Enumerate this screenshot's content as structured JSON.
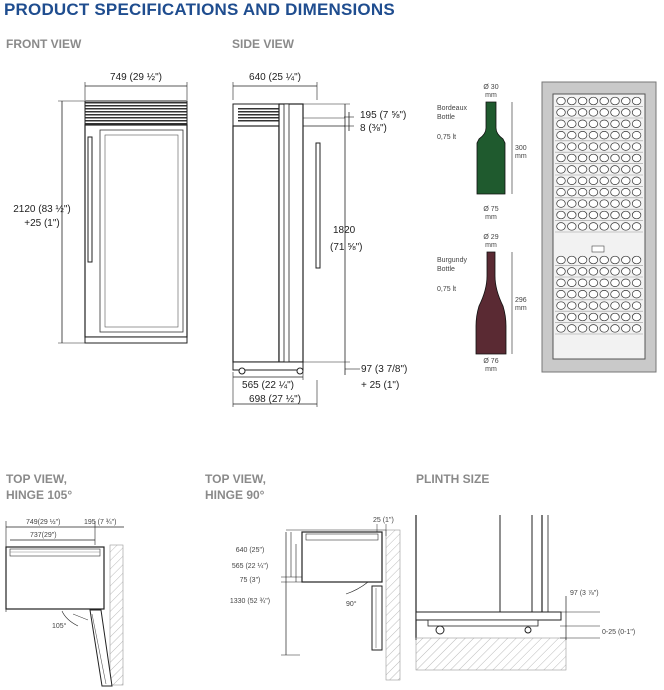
{
  "title": "PRODUCT SPECIFICATIONS AND DIMENSIONS",
  "sections": {
    "front": "FRONT VIEW",
    "side": "SIDE VIEW",
    "top105": "TOP VIEW, HINGE 105°",
    "top90": "TOP VIEW, HINGE 90°",
    "plinth": "PLINTH SIZE"
  },
  "front": {
    "width": "749 (29 ½\")",
    "height_1": "2120 (83 ½\")",
    "height_2": "+25 (1\")"
  },
  "side": {
    "depth": "640 (25 ¼\")",
    "top_gap_1": "195 (7 ⅝\")",
    "top_gap_2": "8 (⅜\")",
    "height_1": "1820",
    "height_2": "(71 ⅝\")",
    "bottom_1": "97 (3 7/8\")",
    "bottom_2": "+ 25 (1\")",
    "base_1": "565 (22 ¼\")",
    "base_2": "698 (27 ½\")"
  },
  "bottles": {
    "bordeaux_name_1": "Bordeaux",
    "bordeaux_name_2": "Bottle",
    "bordeaux_volume": "0,75 lt",
    "bordeaux_top_1": "Ø 30",
    "bordeaux_top_2": "mm",
    "bordeaux_height_1": "300",
    "bordeaux_height_2": "mm",
    "bordeaux_base_1": "Ø 75",
    "bordeaux_base_2": "mm",
    "burgundy_name_1": "Burgundy",
    "burgundy_name_2": "Bottle",
    "burgundy_volume": "0,75 lt",
    "burgundy_top_1": "Ø 29",
    "burgundy_top_2": "mm",
    "burgundy_height_1": "296",
    "burgundy_height_2": "mm",
    "burgundy_base_1": "Ø 76",
    "burgundy_base_2": "mm",
    "bordeaux_color": "#1f5a2e",
    "burgundy_color": "#5a2a33"
  },
  "top105": {
    "w1": "749(29 ½\")",
    "w2": "195 (7 ¾\")",
    "w3": "737(29\")",
    "angle": "105°"
  },
  "top90": {
    "gap": "25 (1\")",
    "d1": "640 (25\")",
    "d2": "565 (22 ¼\")",
    "d3": "75 (3\")",
    "d4": "1330 (52 ¾\")",
    "angle": "90°"
  },
  "plinth": {
    "h1": "97 (3 ⅞\")",
    "h2": "0-25 (0-1\")"
  },
  "colors": {
    "title": "#1f4d8f",
    "section": "#8a8a8a"
  }
}
